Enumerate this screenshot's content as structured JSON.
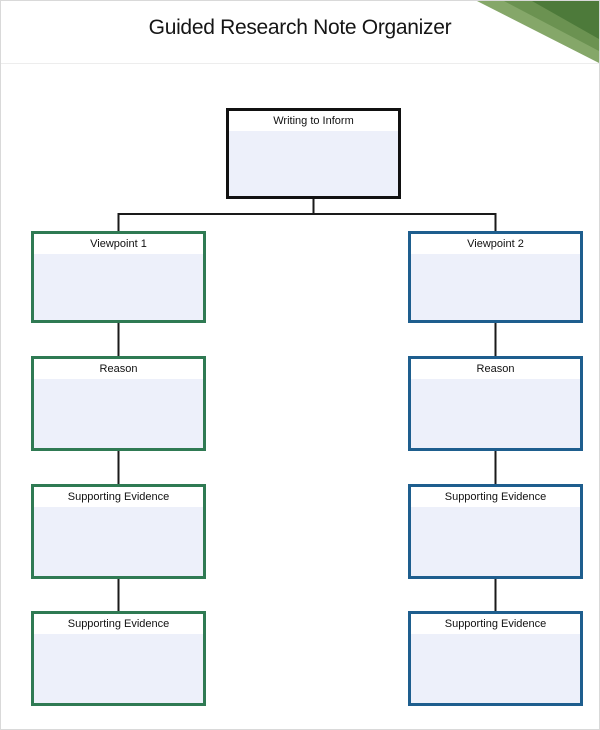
{
  "page": {
    "title": "Guided Research Note Organizer"
  },
  "diagram": {
    "root": {
      "label": "Writing to Inform"
    },
    "left_column": {
      "viewpoint": {
        "label": "Viewpoint 1"
      },
      "reason": {
        "label": "Reason"
      },
      "evidence1": {
        "label": "Supporting Evidence"
      },
      "evidence2": {
        "label": "Supporting Evidence"
      }
    },
    "right_column": {
      "viewpoint": {
        "label": "Viewpoint 2"
      },
      "reason": {
        "label": "Reason"
      },
      "evidence1": {
        "label": "Supporting Evidence"
      },
      "evidence2": {
        "label": "Supporting Evidence"
      }
    }
  },
  "colors": {
    "root_border": "#111111",
    "left_column_border": "#2f7a53",
    "right_column_border": "#1e5e8e",
    "node_fill": "#edf0fa",
    "connector": "#1a1a1a",
    "corner_ribbon_light": "#85a769",
    "corner_ribbon_medium": "#6b9251",
    "corner_ribbon_dark": "#4d7a3a"
  }
}
